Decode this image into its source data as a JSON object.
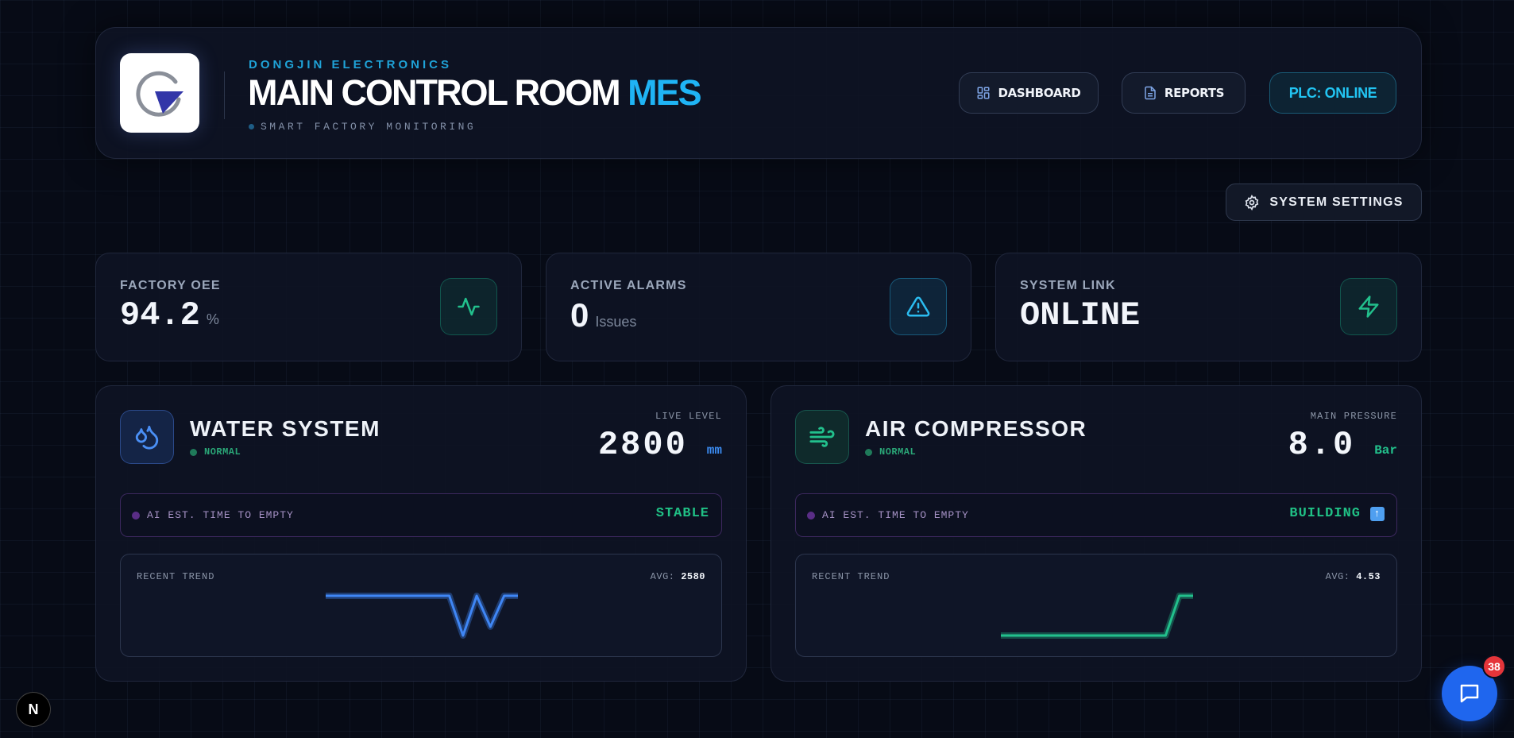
{
  "header": {
    "company": "DONGJIN ELECTRONICS",
    "title_main": "MAIN CONTROL ROOM ",
    "title_accent": "MES",
    "subtitle": "SMART FACTORY MONITORING",
    "nav": {
      "dashboard_label": "DASHBOARD",
      "reports_label": "REPORTS",
      "plc_status": "PLC: ONLINE"
    }
  },
  "settings_label": "SYSTEM SETTINGS",
  "kpis": {
    "oee": {
      "label": "FACTORY OEE",
      "value": "94.2",
      "unit": "%",
      "icon": "activity-icon"
    },
    "alarms": {
      "label": "ACTIVE ALARMS",
      "value": "0",
      "unit": "Issues",
      "icon": "warning-triangle-icon"
    },
    "link": {
      "label": "SYSTEM LINK",
      "value": "ONLINE",
      "icon": "lightning-icon"
    }
  },
  "panels": {
    "water": {
      "title": "WATER SYSTEM",
      "status": "NORMAL",
      "metric_label": "LIVE LEVEL",
      "metric_value": "2800",
      "metric_unit": "mm",
      "ai_label": "AI EST. TIME TO EMPTY",
      "ai_value": "STABLE",
      "trend_label": "RECENT TREND",
      "trend_avg_label": "AVG:",
      "trend_avg_value": "2580",
      "trend_series": [
        2800,
        2800,
        2800,
        2800,
        2800,
        2800,
        2800,
        2800,
        2800,
        2800,
        2350,
        2800,
        2450,
        2800,
        2800
      ],
      "trend_color": "#3f86f5",
      "icon": "water-drops-icon"
    },
    "air": {
      "title": "AIR COMPRESSOR",
      "status": "NORMAL",
      "metric_label": "MAIN PRESSURE",
      "metric_value": "8.0",
      "metric_unit": "Bar",
      "ai_label": "AI EST. TIME TO EMPTY",
      "ai_value": "BUILDING",
      "ai_icon": "up-arrow-icon",
      "trend_label": "RECENT TREND",
      "trend_avg_label": "AVG:",
      "trend_avg_value": "4.53",
      "trend_series": [
        3.2,
        3.2,
        3.2,
        3.2,
        3.2,
        3.2,
        3.2,
        3.2,
        3.2,
        3.2,
        3.2,
        3.2,
        3.2,
        7.8,
        7.8
      ],
      "trend_color": "#22c08c",
      "icon": "wind-icon"
    }
  },
  "floating": {
    "framework_badge": "N",
    "chat_count": "38"
  },
  "colors": {
    "accent": "#1fb4f5",
    "ok_green": "#20c085",
    "water_blue": "#3f86f5",
    "alert_badge": "#e5353a"
  }
}
